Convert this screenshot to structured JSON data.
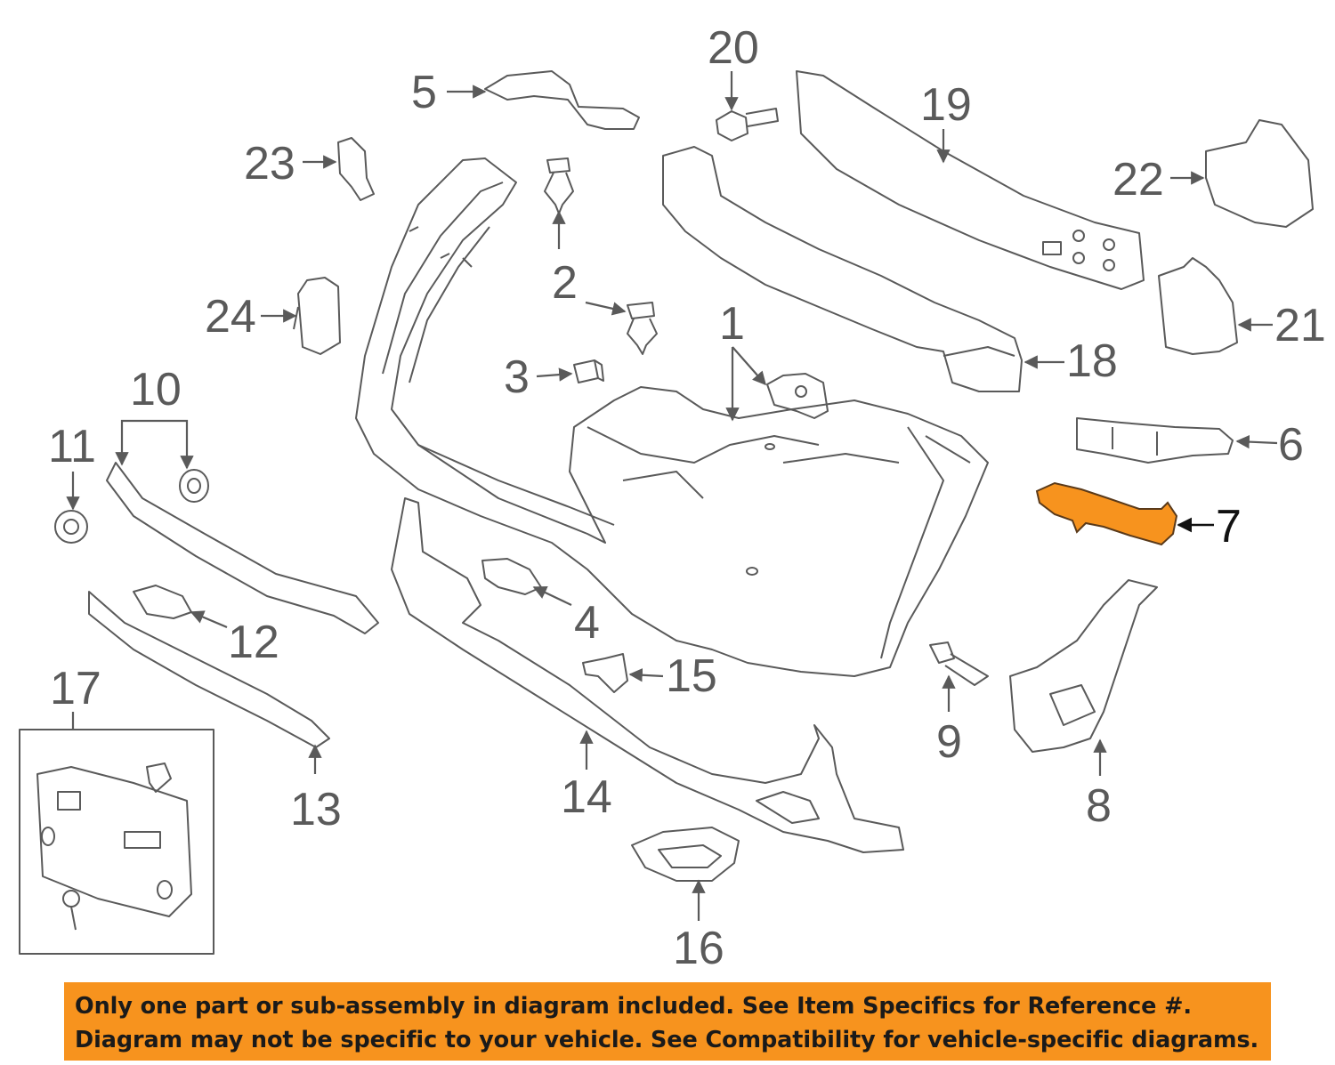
{
  "diagram": {
    "callouts": [
      {
        "id": "1",
        "label": "1"
      },
      {
        "id": "2",
        "label": "2"
      },
      {
        "id": "3",
        "label": "3"
      },
      {
        "id": "4",
        "label": "4"
      },
      {
        "id": "5",
        "label": "5"
      },
      {
        "id": "6",
        "label": "6"
      },
      {
        "id": "7",
        "label": "7",
        "highlighted": true
      },
      {
        "id": "8",
        "label": "8"
      },
      {
        "id": "9",
        "label": "9"
      },
      {
        "id": "10",
        "label": "10"
      },
      {
        "id": "11",
        "label": "11"
      },
      {
        "id": "12",
        "label": "12"
      },
      {
        "id": "13",
        "label": "13"
      },
      {
        "id": "14",
        "label": "14"
      },
      {
        "id": "15",
        "label": "15"
      },
      {
        "id": "16",
        "label": "16"
      },
      {
        "id": "17",
        "label": "17"
      },
      {
        "id": "18",
        "label": "18"
      },
      {
        "id": "19",
        "label": "19"
      },
      {
        "id": "20",
        "label": "20"
      },
      {
        "id": "21",
        "label": "21"
      },
      {
        "id": "22",
        "label": "22"
      },
      {
        "id": "23",
        "label": "23"
      },
      {
        "id": "24",
        "label": "24"
      }
    ],
    "highlight_color": "#f7931e",
    "line_color": "#5a5a5a"
  },
  "banner": {
    "line1": "Only one part or sub-assembly in diagram included. See Item Specifics for Reference #.",
    "line2": "Diagram may not be specific to your vehicle. See Compatibility for vehicle-specific diagrams.",
    "background": "#f7931e"
  }
}
